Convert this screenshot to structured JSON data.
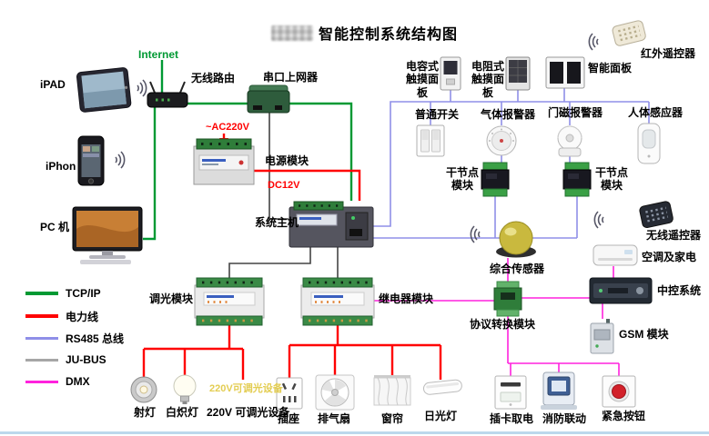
{
  "title": {
    "text": "智能控制系统结构图"
  },
  "annotations": {
    "internet": "Internet",
    "ac220v": "~AC220V",
    "dc12v": "DC12V",
    "dimmable_banner": "220V可调光设备"
  },
  "legend": {
    "items": [
      {
        "label": "TCP/IP",
        "color": "#009933"
      },
      {
        "label": "电力线",
        "color": "#ff0000"
      },
      {
        "label": "RS485 总线",
        "color": "#8f8fe8"
      },
      {
        "label": "JU-BUS",
        "color": "#a6a6a6"
      },
      {
        "label": "DMX",
        "color": "#ff22dd"
      }
    ]
  },
  "nodes": {
    "ipad": "iPAD",
    "wireless_router": "无线路由",
    "iphone": "iPhon",
    "pc": "PC 机",
    "serial_adapter": "串口上网器",
    "power_module": "电源模块",
    "system_host": "系统主机",
    "dimmer_module": "调光模块",
    "relay_module": "继电器模块",
    "cap_touch_panel": "电容式\n触摸面板",
    "res_touch_panel": "电阻式\n触摸面板",
    "smart_panel": "智能面板",
    "ir_remote": "红外遥控器",
    "normal_switch": "普通开关",
    "gas_alarm": "气体报警器",
    "door_alarm": "门磁报警器",
    "body_sensor": "人体感应器",
    "dry_contact_left": "干节点\n模块",
    "dry_contact_right": "干节点\n模块",
    "wireless_remote": "无线遥控器",
    "ac_appliances": "空调及家电",
    "multi_sensor": "综合传感器",
    "central_control": "中控系统",
    "gsm_module": "GSM 模块",
    "protocol_module": "协议转换模块",
    "spotlight": "射灯",
    "incandescent_lamp": "白炽灯",
    "dimmable_device": "220V 可调光设备",
    "socket": "插座",
    "exhaust_fan": "排气扇",
    "curtain": "窗帘",
    "fluorescent_lamp": "日光灯",
    "card_power": "插卡取电",
    "fire_linkage": "消防联动",
    "emergency_button": "紧急按钮"
  }
}
